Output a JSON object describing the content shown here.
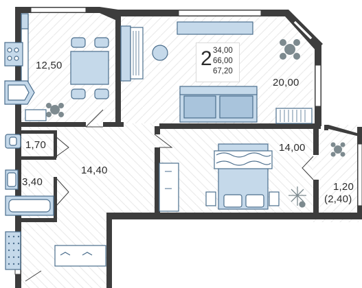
{
  "apartment": {
    "rooms_count": "2",
    "areas": {
      "living": "34,00",
      "total": "66,00",
      "total_with_balcony": "67,20"
    }
  },
  "rooms": {
    "kitchen": "12,50",
    "living_room": "20,00",
    "toilet": "1,70",
    "bathroom": "3,40",
    "hall": "14,40",
    "bedroom": "14,00",
    "balcony": "1,20",
    "balcony_reduced": "(2,40)"
  },
  "colors": {
    "wall": "#3d3d3d",
    "furniture_fill": "#c5d9ea",
    "furniture_stroke": "#4a6d8c",
    "floor_pattern": "#e6e6e6",
    "plant": "#7d8a8f"
  }
}
